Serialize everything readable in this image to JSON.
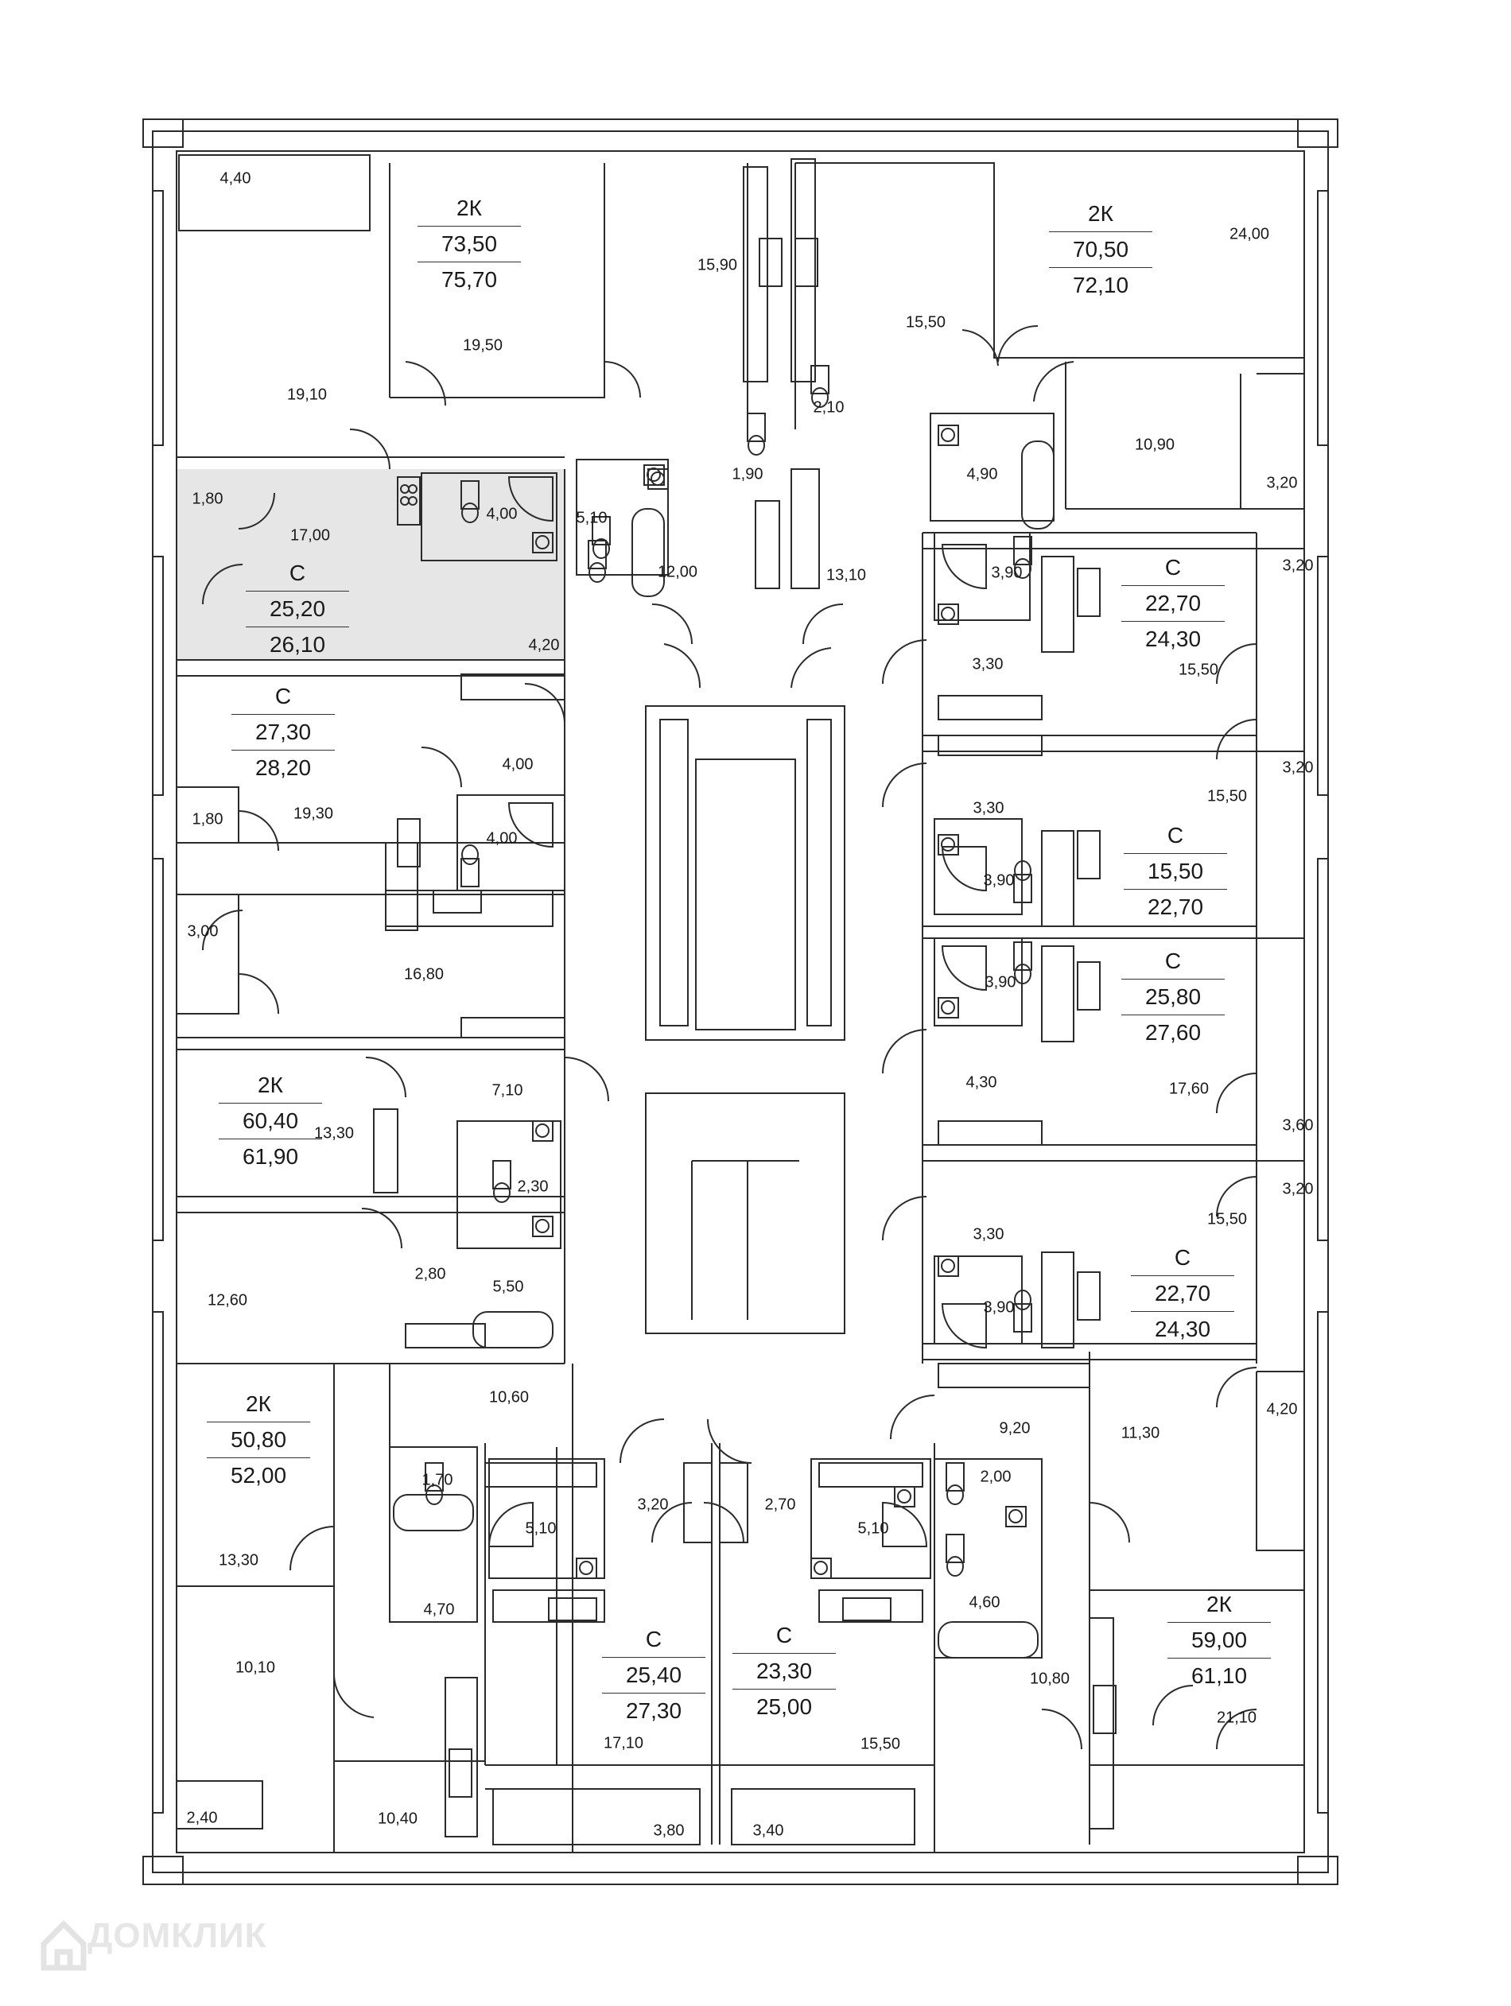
{
  "apartments": [
    {
      "id": "apt-2k-73-50",
      "type": "2К",
      "area_living": "73,50",
      "area_total": "75,70",
      "highlighted": false
    },
    {
      "id": "apt-2k-70-50",
      "type": "2К",
      "area_living": "70,50",
      "area_total": "72,10",
      "highlighted": false
    },
    {
      "id": "apt-c-25-20",
      "type": "С",
      "area_living": "25,20",
      "area_total": "26,10",
      "highlighted": true
    },
    {
      "id": "apt-c-22-70-a",
      "type": "С",
      "area_living": "22,70",
      "area_total": "24,30",
      "highlighted": false
    },
    {
      "id": "apt-c-27-30",
      "type": "С",
      "area_living": "27,30",
      "area_total": "28,20",
      "highlighted": false
    },
    {
      "id": "apt-c-15-50",
      "type": "С",
      "area_living": "15,50",
      "area_total": "22,70",
      "highlighted": false
    },
    {
      "id": "apt-c-25-80",
      "type": "С",
      "area_living": "25,80",
      "area_total": "27,60",
      "highlighted": false
    },
    {
      "id": "apt-2k-60-40",
      "type": "2К",
      "area_living": "60,40",
      "area_total": "61,90",
      "highlighted": false
    },
    {
      "id": "apt-c-22-70-b",
      "type": "С",
      "area_living": "22,70",
      "area_total": "24,30",
      "highlighted": false
    },
    {
      "id": "apt-2k-50-80",
      "type": "2К",
      "area_living": "50,80",
      "area_total": "52,00",
      "highlighted": false
    },
    {
      "id": "apt-c-25-40",
      "type": "С",
      "area_living": "25,40",
      "area_total": "27,30",
      "highlighted": false
    },
    {
      "id": "apt-c-23-30",
      "type": "С",
      "area_living": "23,30",
      "area_total": "25,00",
      "highlighted": false
    },
    {
      "id": "apt-2k-59-00",
      "type": "2К",
      "area_living": "59,00",
      "area_total": "61,10",
      "highlighted": false
    }
  ],
  "room_areas": [
    "4,40",
    "19,10",
    "19,50",
    "15,90",
    "15,50",
    "24,00",
    "2,10",
    "1,90",
    "10,90",
    "4,90",
    "3,20",
    "1,80",
    "17,00",
    "4,00",
    "5,10",
    "12,00",
    "13,10",
    "3,90",
    "3,20",
    "4,20",
    "3,30",
    "15,50",
    "4,00",
    "19,30",
    "1,80",
    "4,00",
    "3,20",
    "15,50",
    "3,30",
    "3,90",
    "3,00",
    "16,80",
    "3,90",
    "7,10",
    "4,30",
    "17,60",
    "3,60",
    "13,30",
    "2,30",
    "3,20",
    "15,50",
    "3,30",
    "3,90",
    "2,80",
    "5,50",
    "12,60",
    "10,60",
    "9,20",
    "11,30",
    "4,20",
    "1,70",
    "3,20",
    "2,70",
    "5,10",
    "5,10",
    "2,00",
    "13,30",
    "4,70",
    "4,60",
    "10,80",
    "10,10",
    "17,10",
    "15,50",
    "21,10",
    "2,40",
    "10,40",
    "3,80",
    "3,40"
  ],
  "watermark": {
    "text": "ДОМКЛИК",
    "icon": "house-icon"
  },
  "colors": {
    "highlight": "#e6e6e6",
    "wall": "#2b2b2b",
    "background": "#ffffff"
  }
}
